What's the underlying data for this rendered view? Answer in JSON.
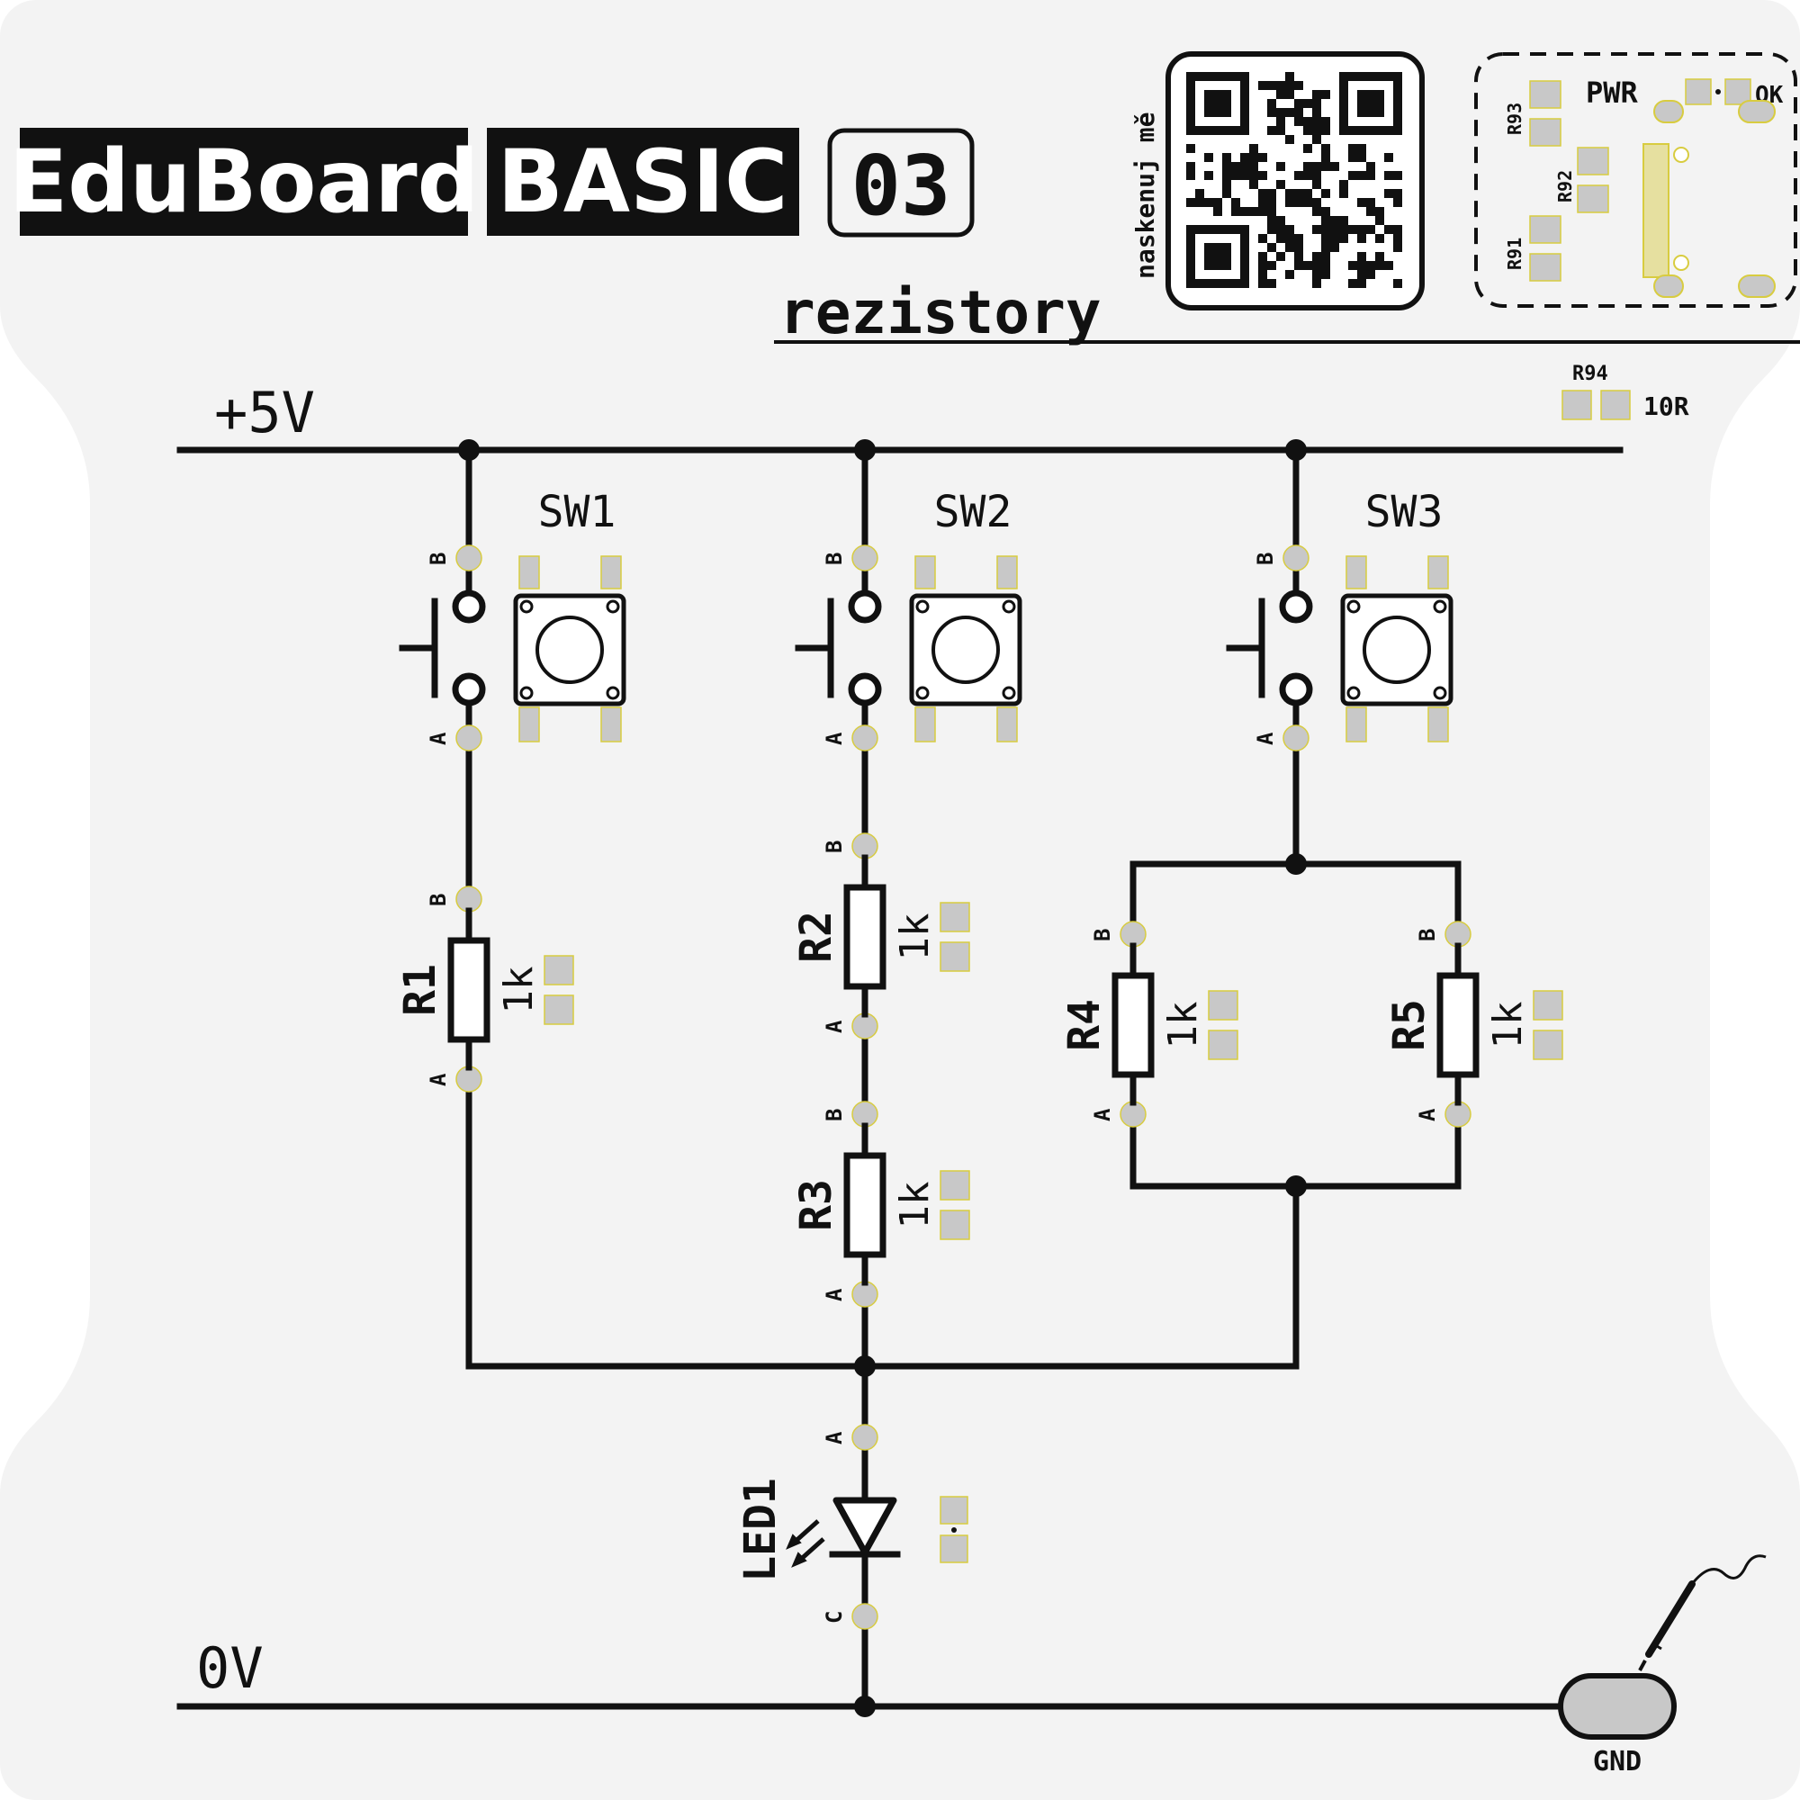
{
  "header": {
    "brand": "EduBoard",
    "product": "BASIC",
    "number": "03",
    "subtitle": "rezistory",
    "qr_caption": "naskenuj mě"
  },
  "power_module": {
    "pwr_label": "PWR",
    "ok_label": "OK",
    "resistors": [
      "R93",
      "R92",
      "R91"
    ],
    "r94_ref": "R94",
    "r94_value": "10R"
  },
  "rails": {
    "vcc_label": "+5V",
    "gnd_label": "0V"
  },
  "switches": [
    {
      "ref": "SW1",
      "pin_b": "B",
      "pin_a": "A"
    },
    {
      "ref": "SW2",
      "pin_b": "B",
      "pin_a": "A"
    },
    {
      "ref": "SW3",
      "pin_b": "B",
      "pin_a": "A"
    }
  ],
  "resistors": [
    {
      "ref": "R1",
      "value": "1k",
      "pin_b": "B",
      "pin_a": "A"
    },
    {
      "ref": "R2",
      "value": "1k",
      "pin_b": "B",
      "pin_a": "A"
    },
    {
      "ref": "R3",
      "value": "1k",
      "pin_b": "B",
      "pin_a": "A"
    },
    {
      "ref": "R4",
      "value": "1k",
      "pin_b": "B",
      "pin_a": "A"
    },
    {
      "ref": "R5",
      "value": "1k",
      "pin_b": "B",
      "pin_a": "A"
    }
  ],
  "led": {
    "ref": "LED1",
    "pin_a": "A",
    "pin_c": "C"
  },
  "gnd_pad": {
    "label": "GND"
  },
  "colors": {
    "board": "#f3f3f3",
    "ink": "#111111",
    "pad": "#c8c8c8",
    "pad_outline": "#d8cc40"
  }
}
